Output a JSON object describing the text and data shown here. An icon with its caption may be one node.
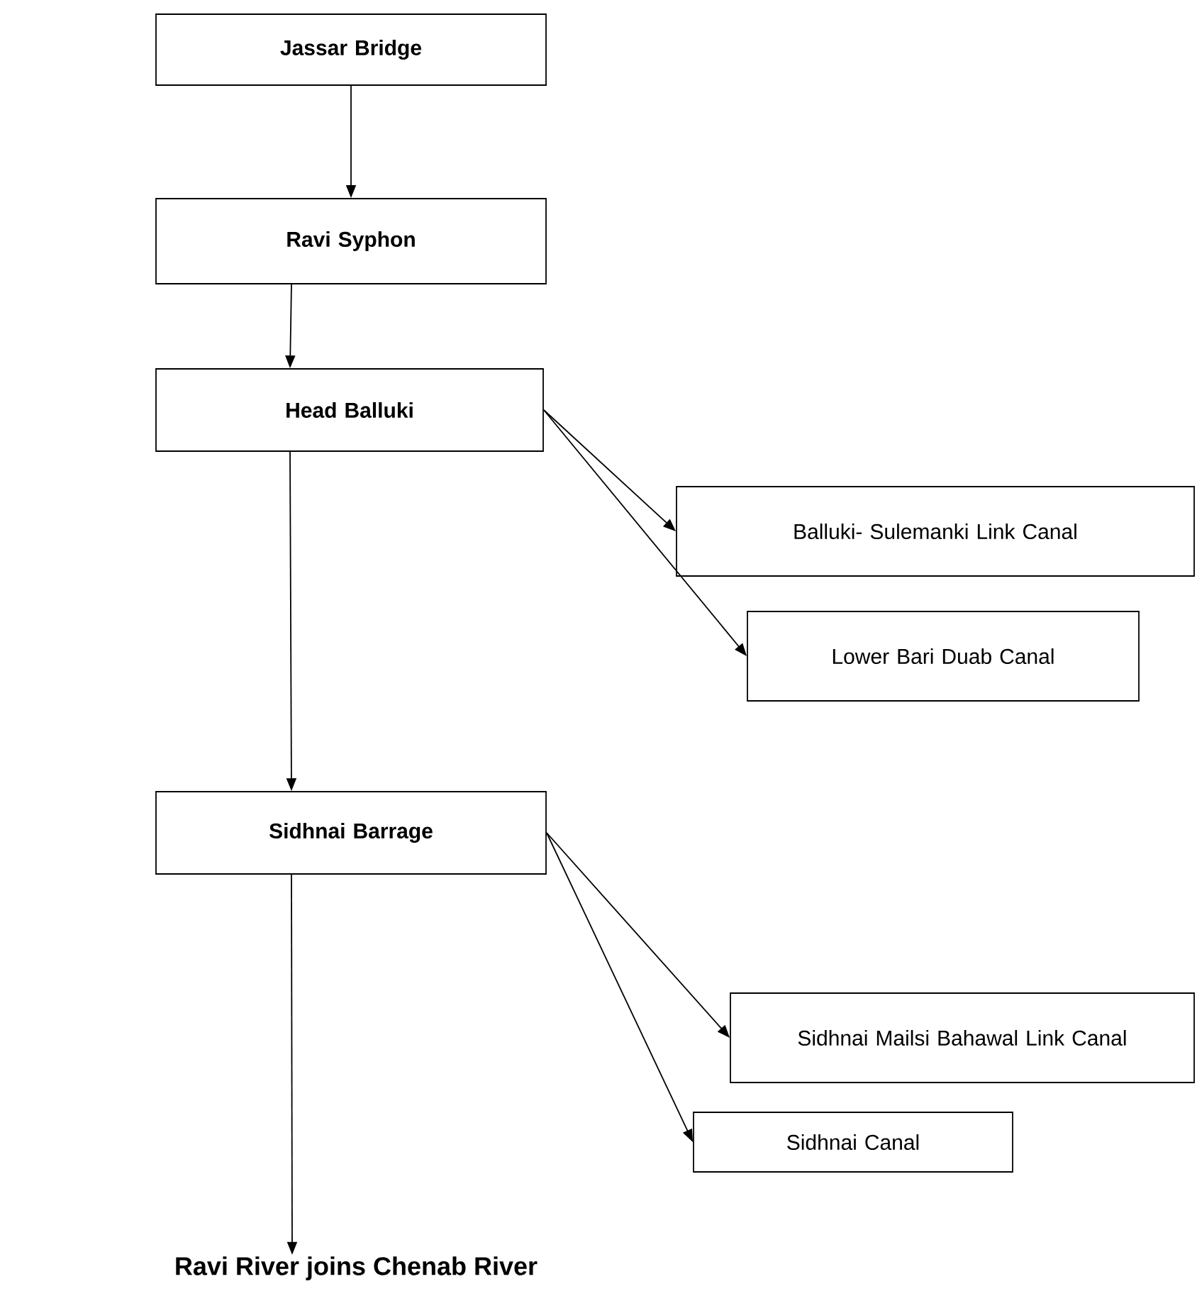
{
  "diagram": {
    "nodes": [
      {
        "text": [
          "**Jassar Bridge**"
        ]
      },
      {
        "text": [
          "**Ravi Syphon**"
        ]
      },
      {
        "text": [
          "**Head Balluki**"
        ]
      },
      {
        "text": [
          "Balluki- Sulemanki Link Canal"
        ]
      },
      {
        "text": [
          "Lower Bari Duab Canal"
        ]
      },
      {
        "text": [
          "**Sidhnai Barrage**"
        ]
      },
      {
        "text": [
          "Sidhnai Mailsi Bahawal Link Canal"
        ]
      },
      {
        "text": [
          "Sidhnai Canal"
        ]
      },
      {
        "text": [
          "**Ravi River joins Chenab River**"
        ]
      }
    ],
    "edges": [
      {
        "from": 0,
        "to": 1,
        "arrow": "to"
      },
      {
        "from": 1,
        "to": 2,
        "arrow": "to"
      },
      {
        "from": 2,
        "to": 3,
        "arrow": "to"
      },
      {
        "from": 2,
        "to": 4,
        "arrow": "to"
      },
      {
        "from": 2,
        "to": 5,
        "arrow": "to"
      },
      {
        "from": 5,
        "to": 6,
        "arrow": "to"
      },
      {
        "from": 5,
        "to": 7,
        "arrow": "to"
      },
      {
        "from": 5,
        "to": 8,
        "arrow": "to"
      }
    ]
  }
}
